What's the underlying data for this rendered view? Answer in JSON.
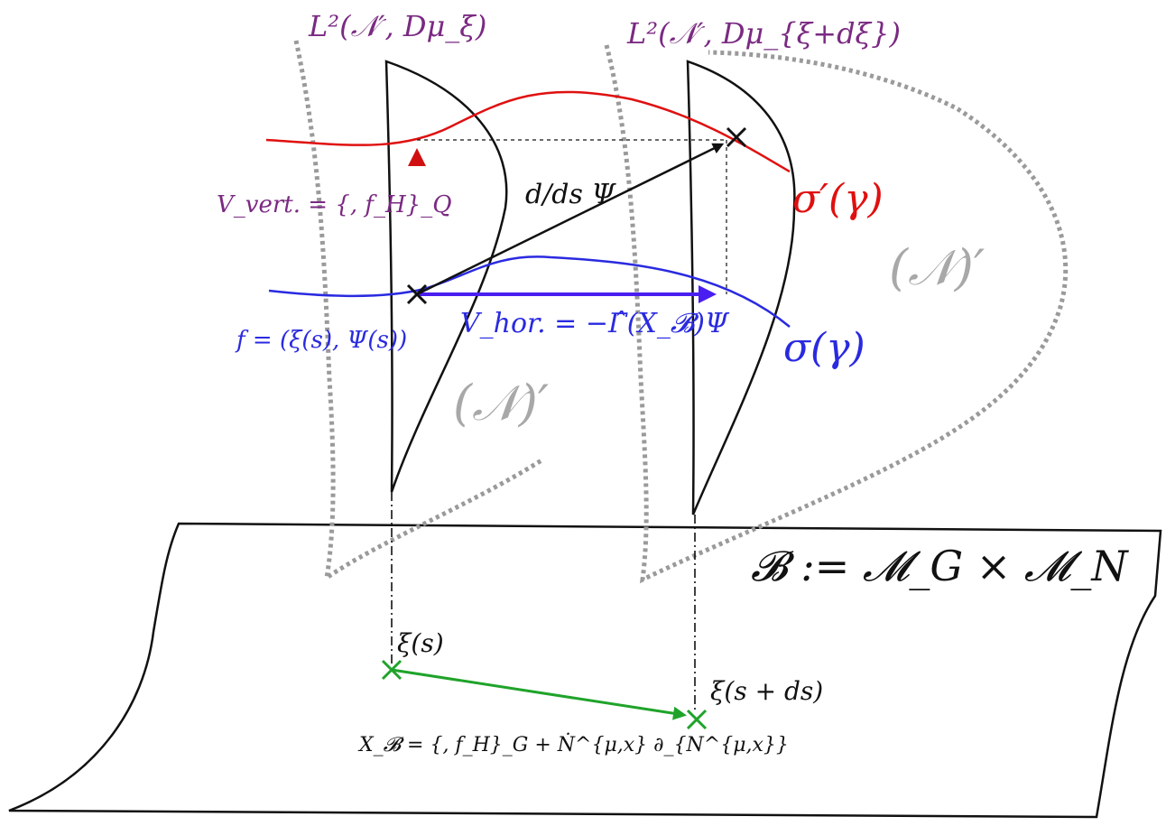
{
  "labels": {
    "fiber_left": "L²(𝒩′, Dμ_ξ)",
    "fiber_right": "L²(𝒩′, Dμ_{ξ+dξ})",
    "n_prime_right": "(𝒩)′",
    "n_prime_center": "(𝒩)′",
    "sigma_prime": "σ′(γ)",
    "sigma": "σ(γ)",
    "derivative": "d/ds Ψ",
    "v_vert": "V_vert. = {, f_H}_Q",
    "v_hor": "V_hor. = −Γ̂(X_𝓑)Ψ",
    "f_point": "f = (ξ(s), Ψ(s))",
    "base_manifold": "𝓑 := 𝓜_G × 𝓜_N",
    "xi_s": "ξ(s)",
    "xi_s_ds": "ξ(s + ds)",
    "x_b": "X_𝓑 = {, f_H}_G + Ṅ^{μ,x} ∂_{N^{μ,x}}"
  },
  "colors": {
    "vertical": "#e01010",
    "horizontal": "#2a2ae0",
    "base_vector": "#1fa32a",
    "fiber_label": "#7a2a82",
    "n_prime": "#a8a8a8",
    "outline": "#111111"
  }
}
